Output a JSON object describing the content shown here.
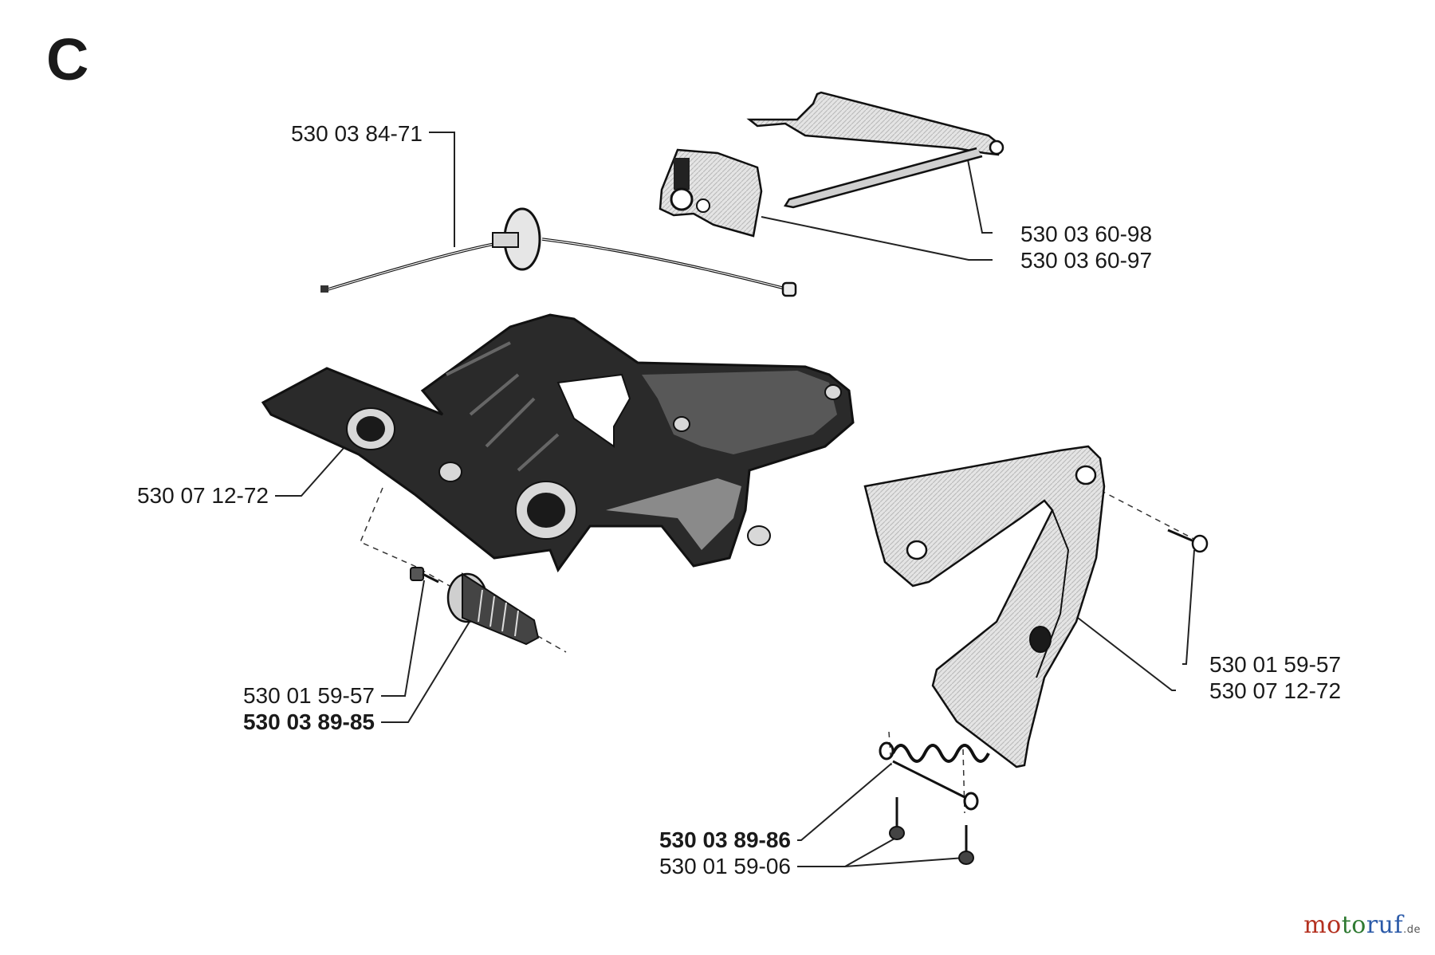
{
  "section_letter": "C",
  "labels": [
    {
      "id": "cable",
      "text": "530 03 84-71",
      "bold": false
    },
    {
      "id": "trigger-lever",
      "text": "530 03 60-98",
      "bold": false
    },
    {
      "id": "lock-button",
      "text": "530 03 60-97",
      "bold": false
    },
    {
      "id": "handle-left",
      "text": "530 07 12-72",
      "bold": false
    },
    {
      "id": "screw-left",
      "text": "530 01 59-57",
      "bold": false
    },
    {
      "id": "buffer-left",
      "text": "530 03 89-85",
      "bold": true
    },
    {
      "id": "screw-right",
      "text": "530 01 59-57",
      "bold": false
    },
    {
      "id": "handle-right",
      "text": "530 07 12-72",
      "bold": false
    },
    {
      "id": "spring",
      "text": "530 03 89-86",
      "bold": true
    },
    {
      "id": "screws-bottom",
      "text": "530 01 59-06",
      "bold": false
    }
  ],
  "watermark": {
    "part1": "mo",
    "part2": "to",
    "part3": "ruf",
    "tld": ".de"
  }
}
